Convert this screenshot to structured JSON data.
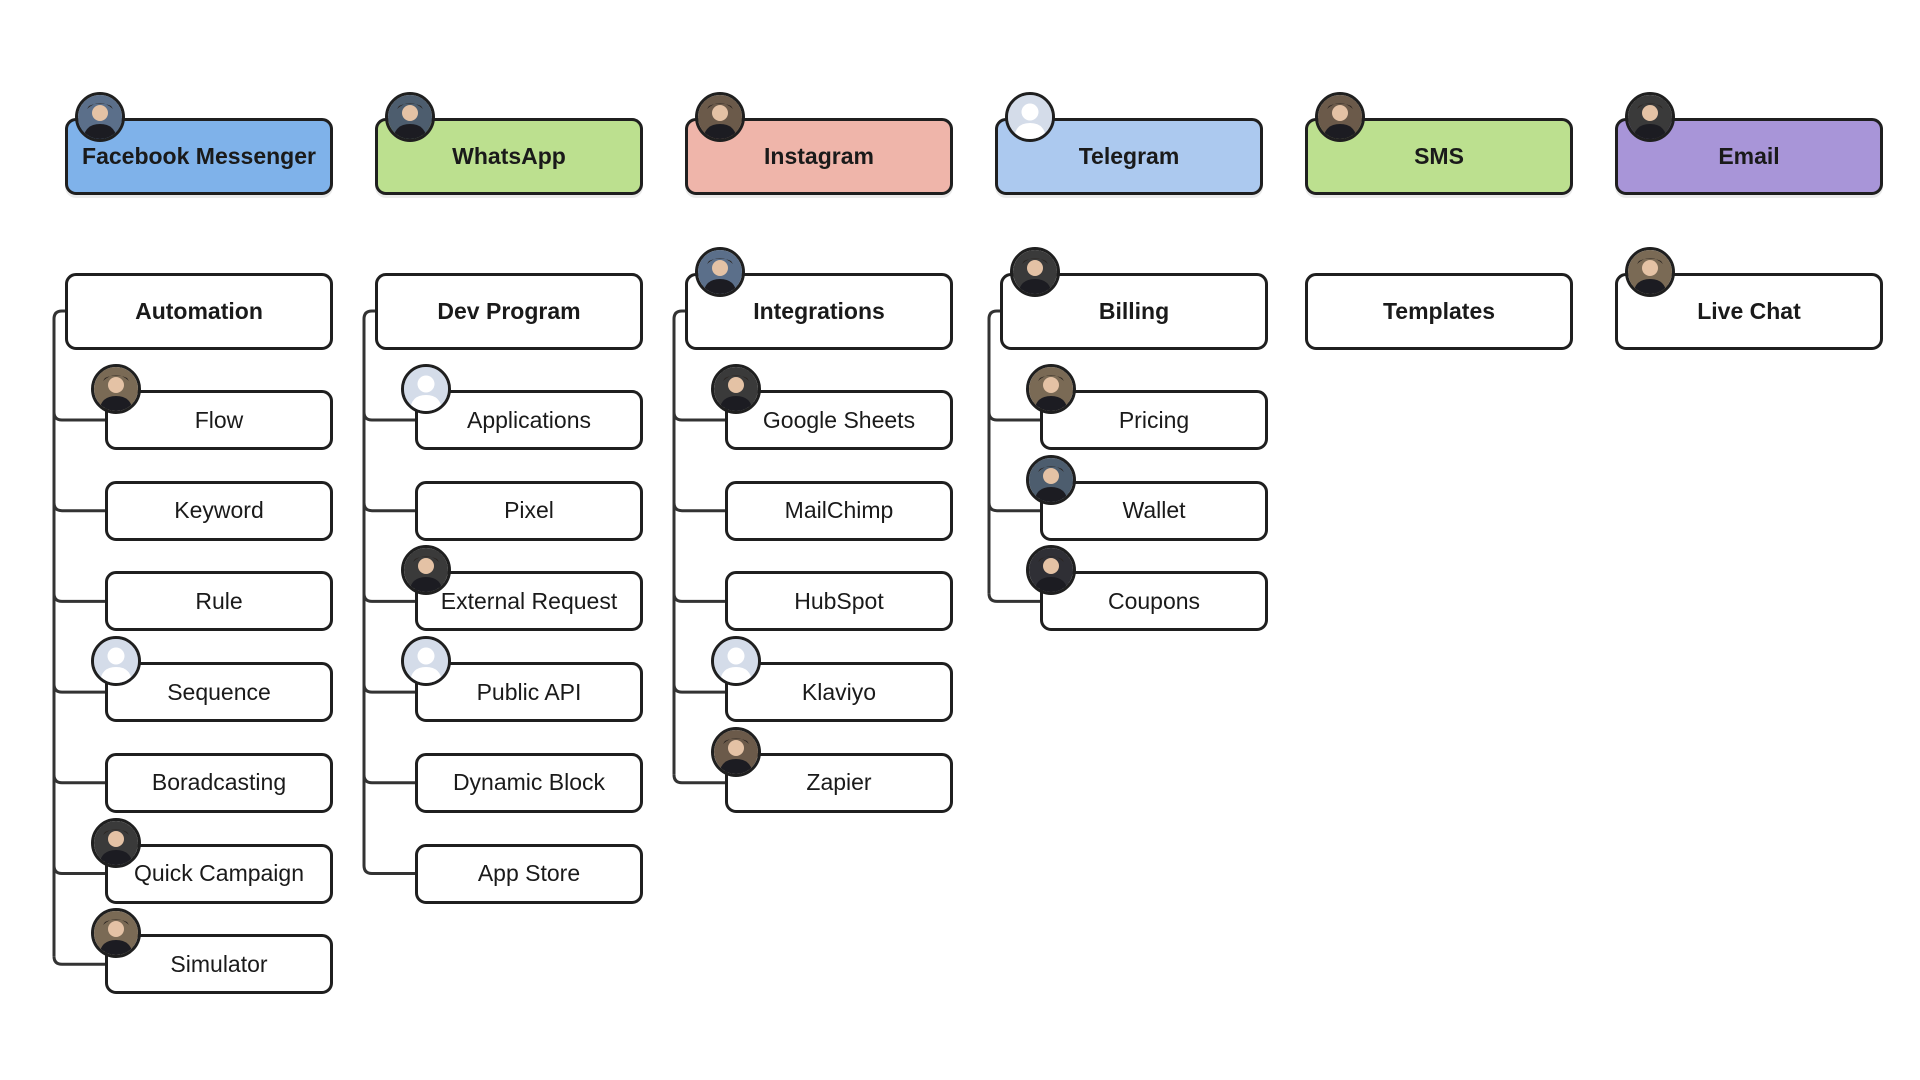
{
  "colors": {
    "outline": "#1f1f1f",
    "connector": "#333333",
    "facebook": "#7fb2ea",
    "whatsapp": "#bce08f",
    "instagram": "#efb5aa",
    "telegram": "#acc9ef",
    "sms": "#bce08f",
    "email": "#a895d8"
  },
  "columns": [
    {
      "channel": {
        "label": "Facebook Messenger",
        "color_key": "facebook",
        "avatar": "photo"
      },
      "section": {
        "label": "Automation",
        "avatar": "none"
      },
      "items": [
        {
          "label": "Flow",
          "avatar": "photo"
        },
        {
          "label": "Keyword",
          "avatar": "none"
        },
        {
          "label": "Rule",
          "avatar": "none"
        },
        {
          "label": "Sequence",
          "avatar": "placeholder"
        },
        {
          "label": "Boradcasting",
          "avatar": "none"
        },
        {
          "label": "Quick Campaign",
          "avatar": "photo"
        },
        {
          "label": "Simulator",
          "avatar": "photo"
        }
      ]
    },
    {
      "channel": {
        "label": "WhatsApp",
        "color_key": "whatsapp",
        "avatar": "photo"
      },
      "section": {
        "label": "Dev Program",
        "avatar": "none"
      },
      "items": [
        {
          "label": "Applications",
          "avatar": "placeholder"
        },
        {
          "label": "Pixel",
          "avatar": "none"
        },
        {
          "label": "External Request",
          "avatar": "photo"
        },
        {
          "label": "Public API",
          "avatar": "placeholder"
        },
        {
          "label": "Dynamic Block",
          "avatar": "none"
        },
        {
          "label": "App Store",
          "avatar": "none"
        }
      ]
    },
    {
      "channel": {
        "label": "Instagram",
        "color_key": "instagram",
        "avatar": "photo"
      },
      "section": {
        "label": "Integrations",
        "avatar": "photo"
      },
      "items": [
        {
          "label": "Google Sheets",
          "avatar": "photo"
        },
        {
          "label": "MailChimp",
          "avatar": "none"
        },
        {
          "label": "HubSpot",
          "avatar": "none"
        },
        {
          "label": "Klaviyo",
          "avatar": "placeholder"
        },
        {
          "label": "Zapier",
          "avatar": "photo"
        }
      ]
    },
    {
      "channel": {
        "label": "Telegram",
        "color_key": "telegram",
        "avatar": "placeholder"
      },
      "section": {
        "label": "Billing",
        "avatar": "photo"
      },
      "items": [
        {
          "label": "Pricing",
          "avatar": "photo"
        },
        {
          "label": "Wallet",
          "avatar": "photo"
        },
        {
          "label": "Coupons",
          "avatar": "photo"
        }
      ]
    },
    {
      "channel": {
        "label": "SMS",
        "color_key": "sms",
        "avatar": "photo"
      },
      "section": {
        "label": "Templates",
        "avatar": "none"
      },
      "items": []
    },
    {
      "channel": {
        "label": "Email",
        "color_key": "email",
        "avatar": "photo"
      },
      "section": {
        "label": "Live Chat",
        "avatar": "photo"
      },
      "items": []
    }
  ]
}
